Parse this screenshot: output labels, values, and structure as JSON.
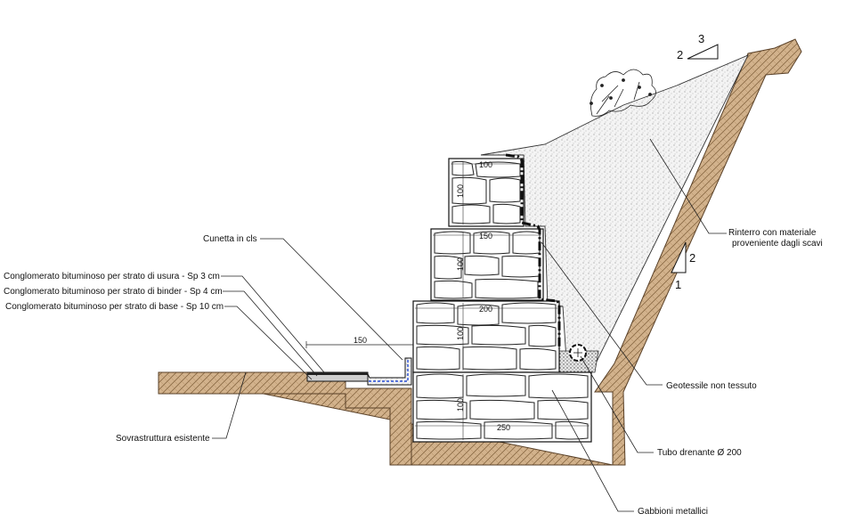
{
  "labels": {
    "cunetta": "Cunetta in cls",
    "usura": "Conglomerato bituminoso per strato di usura - Sp 3 cm",
    "binder": "Conglomerato bituminoso per strato di binder - Sp 4 cm",
    "base": "Conglomerato bituminoso per strato di base - Sp 10 cm",
    "sovrastruttura": "Sovrastruttura esistente",
    "rinterro_1": "Rinterro con materiale",
    "rinterro_2": "proveniente dagli scavi",
    "geotessile": "Geotessile non tessuto",
    "tubo": "Tubo drenante Ø 200",
    "gabbioni": "Gabbioni metallici"
  },
  "dimensions": {
    "g1_width": "100",
    "g1_height": "100",
    "g2_width": "150",
    "g2_height": "100",
    "g3_width": "200",
    "g3_height": "100",
    "g4_width": "250",
    "g4_height": "100",
    "road_offset": "150"
  },
  "slopes": {
    "top_run": "3",
    "top_rise": "2",
    "side_rise": "2",
    "side_run": "1"
  },
  "colors": {
    "soil": "#caa57a",
    "geotextile": "#111111",
    "drain_blue": "#2a4fd6"
  }
}
